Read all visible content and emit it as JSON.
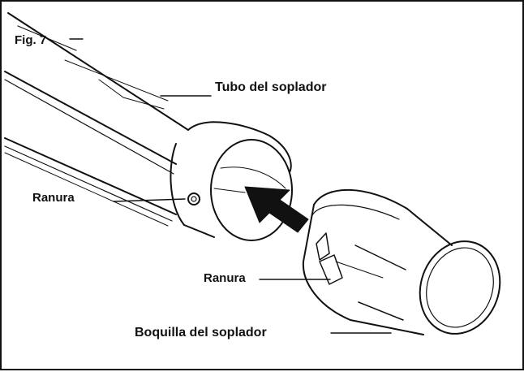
{
  "figure": {
    "label": "Fig. 7",
    "labels": {
      "tube": "Tubo del soplador",
      "slot_tube": "Ranura",
      "slot_nozzle": "Ranura",
      "nozzle": "Boquilla del soplador"
    }
  },
  "colors": {
    "ink": "#111111",
    "paper": "#ffffff"
  },
  "icons": {
    "insertion_arrow": "arrow-icon"
  }
}
